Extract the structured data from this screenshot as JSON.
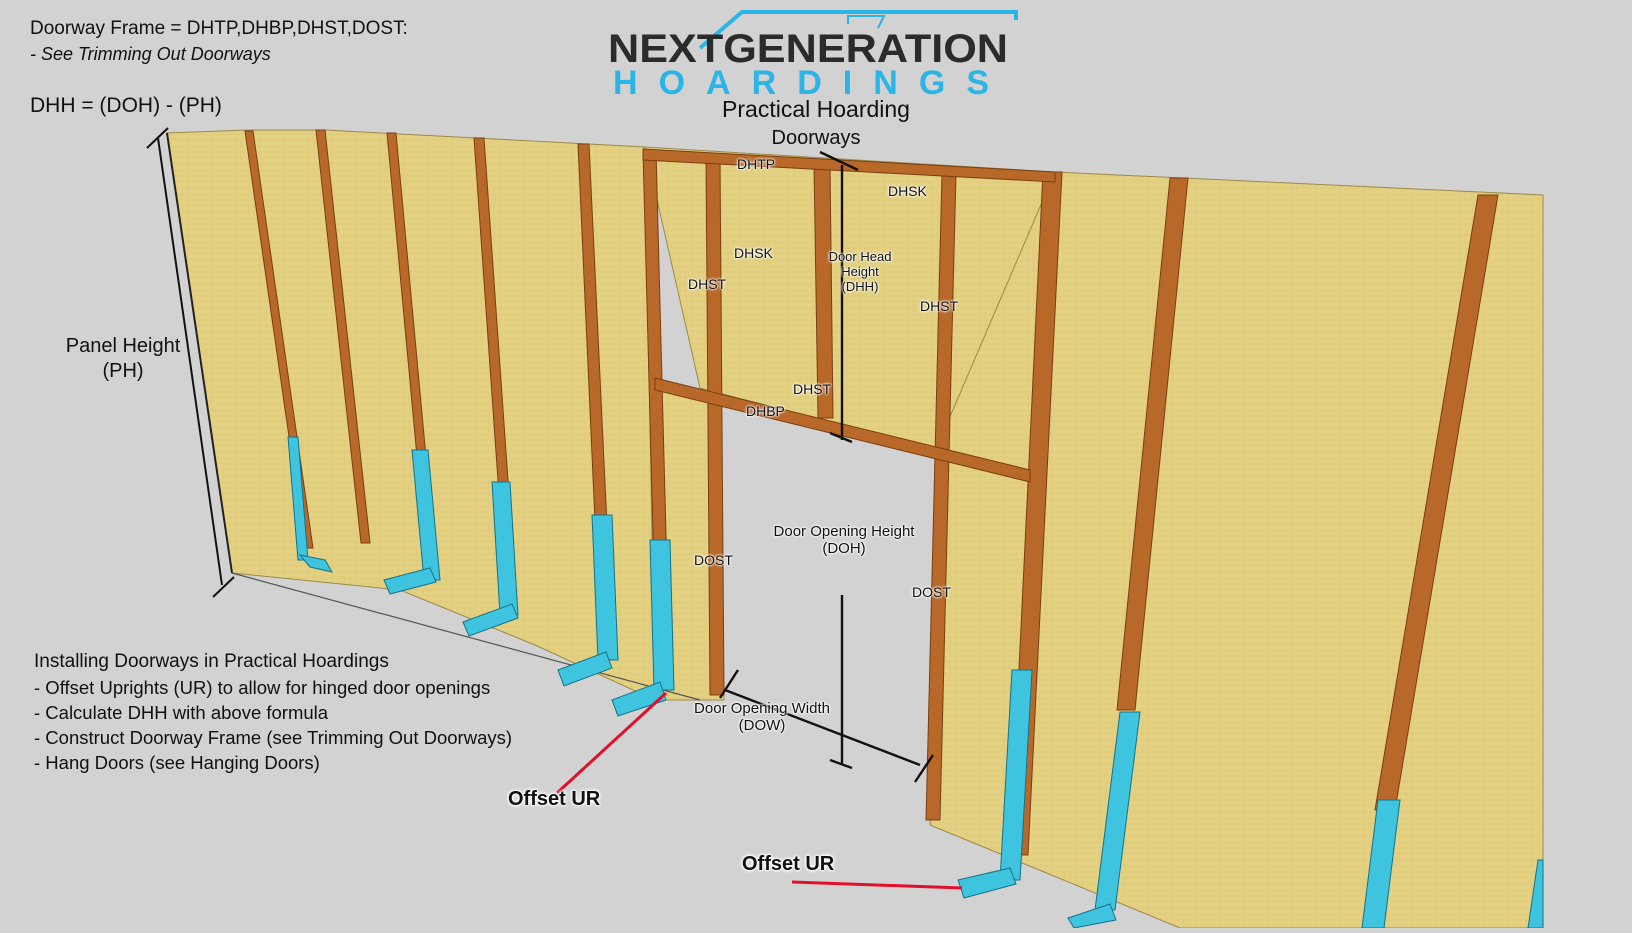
{
  "frame_info": {
    "title": "Doorway Frame = DHTP,DHBP,DHST,DOST:",
    "note": "- See Trimming Out Doorways"
  },
  "formula": "DHH = (DOH) - (PH)",
  "logo": {
    "line1": "NEXTGENERATION",
    "line2": "HOARDINGS"
  },
  "heading": {
    "title": "Practical Hoarding",
    "subtitle": "Doorways"
  },
  "panel_height": {
    "line1": "Panel Height",
    "line2": "(PH)"
  },
  "part_labels": {
    "dhtp": "DHTP",
    "dhsk_top": "DHSK",
    "dhsk_left": "DHSK",
    "dhst_left": "DHST",
    "dhst_right": "DHST",
    "dhst_mid": "DHST",
    "dhbp": "DHBP",
    "dost_left": "DOST",
    "dost_right": "DOST"
  },
  "dimensions": {
    "dhh": {
      "line1": "Door Head",
      "line2": "Height",
      "line3": "(DHH)"
    },
    "doh": {
      "line1": "Door Opening Height",
      "line2": "(DOH)"
    },
    "dow": {
      "line1": "Door Opening Width",
      "line2": "(DOW)"
    }
  },
  "instructions": {
    "title": "Installing Doorways in Practical Hoardings",
    "steps": [
      "- Offset Uprights (UR) to allow for hinged door openings",
      "- Calculate DHH with above formula",
      "- Construct Doorway Frame (see Trimming Out Doorways)",
      "- Hang Doors (see Hanging Doors)"
    ]
  },
  "callouts": {
    "offset_left": "Offset UR",
    "offset_bottom": "Offset UR"
  },
  "colors": {
    "background": "#d2d2d2",
    "panel": "#e2cf80",
    "stud": "#b8692a",
    "upright": "#3fc4e0",
    "callout_line": "#e0102c",
    "logo_dark": "#2b2b2b",
    "logo_accent": "#2ab5e6"
  }
}
